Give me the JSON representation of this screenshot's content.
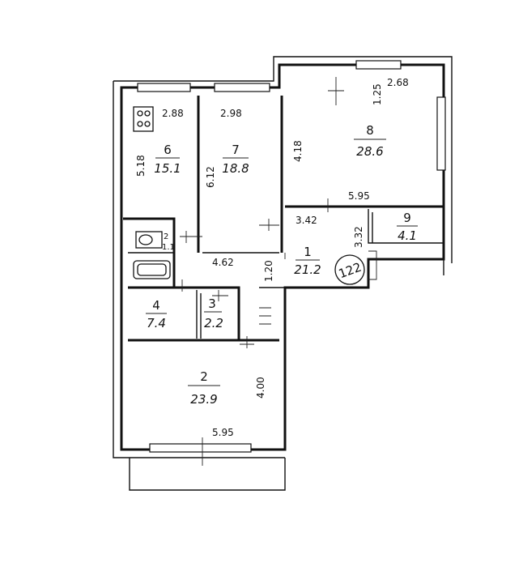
{
  "rooms": [
    {
      "id": "r1",
      "number": "1",
      "area": "21.2"
    },
    {
      "id": "r2",
      "number": "2",
      "area": "23.9"
    },
    {
      "id": "r3",
      "number": "3",
      "area": "2.2"
    },
    {
      "id": "r4",
      "number": "4",
      "area": "7.4"
    },
    {
      "id": "r6",
      "number": "6",
      "area": "15.1"
    },
    {
      "id": "r7",
      "number": "7",
      "area": "18.8"
    },
    {
      "id": "r8",
      "number": "8",
      "area": "28.6"
    },
    {
      "id": "r9",
      "number": "9",
      "area": "4.1"
    }
  ],
  "dimensions": {
    "r6_width": "2.88",
    "r6_length": "5.18",
    "r7_width": "2.98",
    "r7_length": "6.12",
    "r8_length": "4.18",
    "r8_top_short": "1.25",
    "r8_top": "2.68",
    "r8_width": "5.95",
    "hall_width": "3.42",
    "hall_length": "4.62",
    "r9_depth": "3.32",
    "corridor": "1.20",
    "wc_a": "2",
    "wc_b": "1.1",
    "r2_length": "4.00",
    "r2_width": "5.95"
  },
  "stamp": "122"
}
